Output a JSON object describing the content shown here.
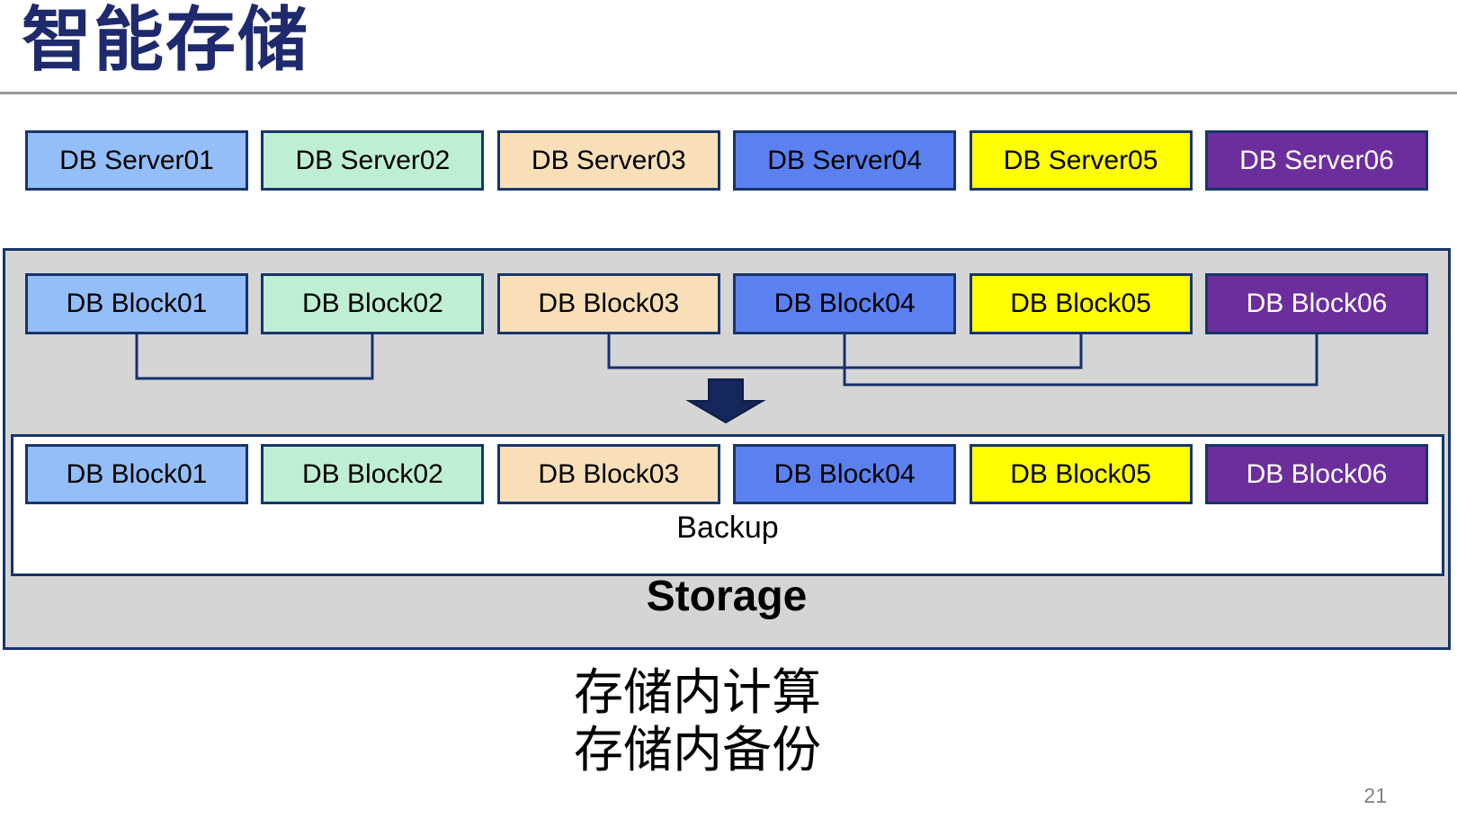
{
  "page": {
    "title": "智能存储",
    "page_number": "21"
  },
  "colors": {
    "title_navy": "#1e2a6d",
    "border_navy": "#17356b",
    "connector_navy": "#16316b",
    "arrow_navy": "#14265c",
    "container_gray": "#d5d5d5",
    "rule_gray": "#9a9a9a",
    "box_palette": [
      {
        "bg": "#93bef8",
        "text": "#000000"
      },
      {
        "bg": "#bfefd2",
        "text": "#000000"
      },
      {
        "bg": "#f8dfb7",
        "text": "#000000"
      },
      {
        "bg": "#5b81f0",
        "text": "#000000"
      },
      {
        "bg": "#ffff00",
        "text": "#000000"
      },
      {
        "bg": "#6c2e9c",
        "text": "#ffffff"
      }
    ]
  },
  "servers": {
    "items": [
      {
        "label": "DB Server01"
      },
      {
        "label": "DB Server02"
      },
      {
        "label": "DB Server03"
      },
      {
        "label": "DB Server04"
      },
      {
        "label": "DB Server05"
      },
      {
        "label": "DB Server06"
      }
    ]
  },
  "blocks_top": {
    "items": [
      {
        "label": "DB Block01"
      },
      {
        "label": "DB Block02"
      },
      {
        "label": "DB Block03"
      },
      {
        "label": "DB Block04"
      },
      {
        "label": "DB Block05"
      },
      {
        "label": "DB Block06"
      }
    ]
  },
  "blocks_bottom": {
    "items": [
      {
        "label": "DB Block01"
      },
      {
        "label": "DB Block02"
      },
      {
        "label": "DB Block03"
      },
      {
        "label": "DB Block04"
      },
      {
        "label": "DB Block05"
      },
      {
        "label": "DB Block06"
      }
    ]
  },
  "storage": {
    "backup_label": "Backup",
    "storage_label": "Storage"
  },
  "notes": {
    "line1": "存储内计算",
    "line2": "存储内备份"
  }
}
